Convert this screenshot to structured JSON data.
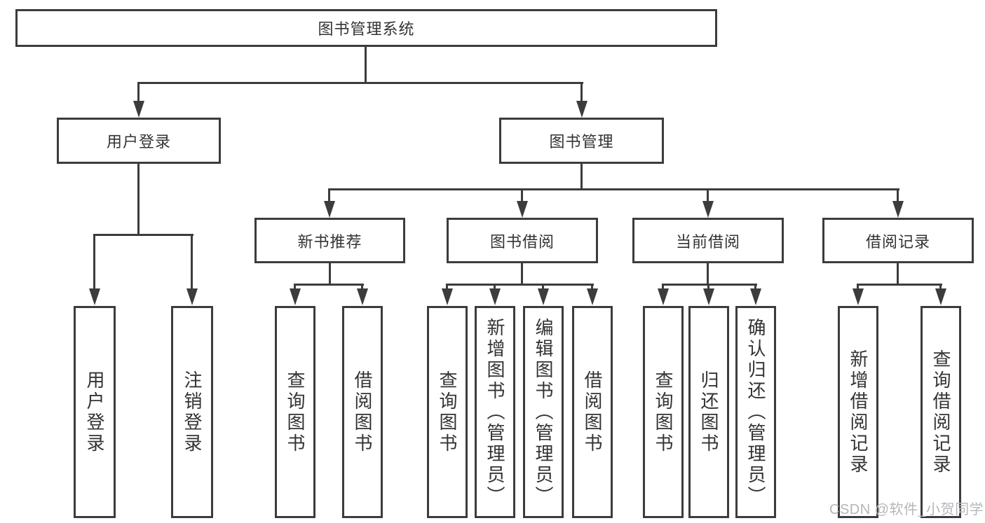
{
  "root": {
    "label": "图书管理系统"
  },
  "user_login": {
    "label": "用户登录",
    "children": {
      "login": {
        "label": "用户登录"
      },
      "logout": {
        "label": "注销登录"
      }
    }
  },
  "book_management": {
    "label": "图书管理",
    "sections": {
      "new_book_recommendation": {
        "label": "新书推荐",
        "children": {
          "query_books": {
            "label": "查询图书"
          },
          "borrow_books": {
            "label": "借阅图书"
          }
        }
      },
      "book_borrowing": {
        "label": "图书借阅",
        "children": {
          "query_books": {
            "label": "查询图书"
          },
          "add_books_admin": {
            "label": "新增图书（管理员）"
          },
          "edit_books_admin": {
            "label": "编辑图书（管理员）"
          },
          "borrow_books": {
            "label": "借阅图书"
          }
        }
      },
      "current_borrowing": {
        "label": "当前借阅",
        "children": {
          "query_books": {
            "label": "查询图书"
          },
          "return_books": {
            "label": "归还图书"
          },
          "confirm_return_admin": {
            "label": "确认归还（管理员）"
          }
        }
      },
      "borrowing_records": {
        "label": "借阅记录",
        "children": {
          "add_borrow_record": {
            "label": "新增借阅记录"
          },
          "query_borrow_record": {
            "label": "查询借阅记录"
          }
        }
      }
    }
  },
  "watermark": {
    "text": "CSDN @软件_小贺同学"
  },
  "colors": {
    "stroke": "#3c3c3c",
    "background": "#ffffff",
    "watermark": "#b4b7bb"
  }
}
